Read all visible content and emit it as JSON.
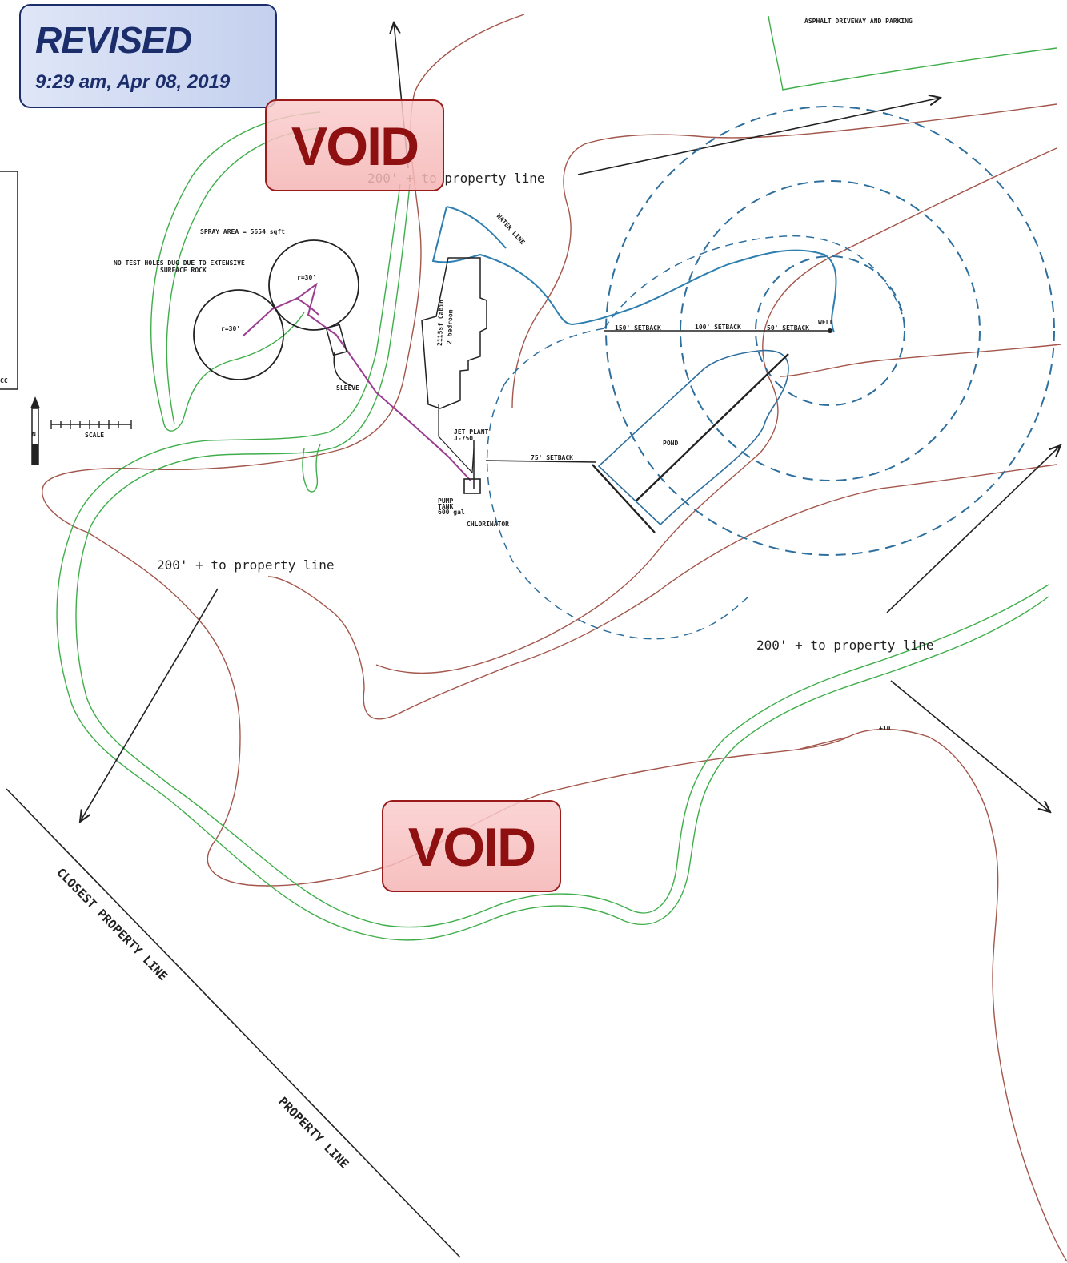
{
  "stamps": {
    "revised_title": "REVISED",
    "revised_time": "9:29 am, Apr 08, 2019",
    "void_top": "VOID",
    "void_bottom": "VOID"
  },
  "labels": {
    "asphalt": "ASPHALT DRIVEWAY AND PARKING",
    "prop_top": "200' + to property line",
    "prop_left": "200' + to property line",
    "prop_right": "200' + to property line",
    "water_line": "WATER LINE",
    "cabin_1": "2115sf Cabin",
    "cabin_2": "2 bedroom",
    "spray_area": "SPRAY AREA = 5654 sqft",
    "no_test_1": "NO TEST HOLES DUG DUE TO EXTENSIVE",
    "no_test_2": "SURFACE ROCK",
    "r_left": "r=30'",
    "r_right": "r=30'",
    "sleeve": "SLEEVE",
    "setback_150": "150' SETBACK",
    "setback_100": "100' SETBACK",
    "setback_50": "50' SETBACK",
    "well": "WELL",
    "setback_75": "75' SETBACK",
    "pond": "POND",
    "jet_plant_1": "JET PLANT",
    "jet_plant_2": "J-750",
    "pump_tank_1": "PUMP",
    "pump_tank_2": "TANK",
    "pump_tank_3": "600 gal",
    "chlorinator": "CHLORINATOR",
    "elev_10": "+10",
    "closest_pl": "CLOSEST PROPERTY LINE",
    "property_line": "PROPERTY LINE",
    "scale": "SCALE",
    "north": "N",
    "cc": "CC"
  },
  "colors": {
    "contour": "#a3564b",
    "green": "#3fae4a",
    "setback_blue": "#2e6f9e",
    "water_blue": "#2e7fb0",
    "pipe": "#9b3d8f",
    "ink": "#222222"
  }
}
